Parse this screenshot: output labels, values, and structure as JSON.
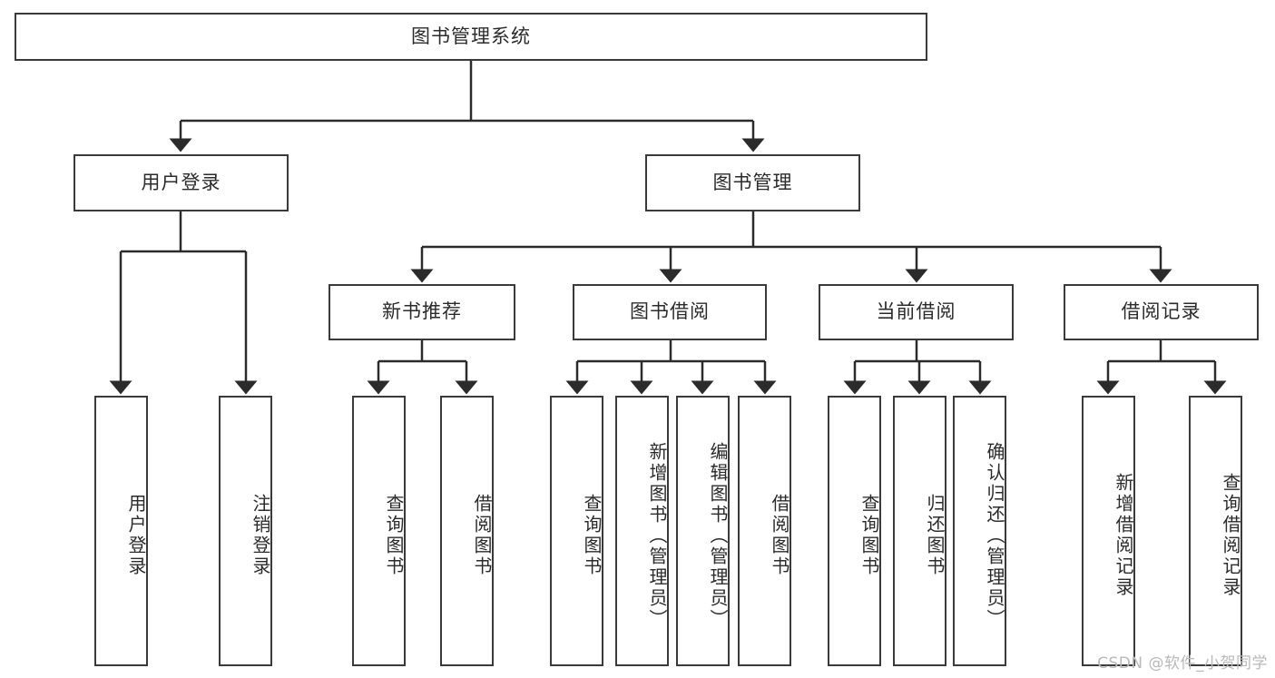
{
  "diagram": {
    "title": "图书管理系统",
    "type": "hierarchy-tree",
    "colors": {
      "box_border": "#3a3a3a",
      "box_fill": "#ffffff",
      "connector": "#2b2b2b",
      "watermark": "#b9b9b9",
      "background": "#ffffff"
    },
    "root": {
      "label": "图书管理系统"
    },
    "level2": [
      {
        "label": "用户登录"
      },
      {
        "label": "图书管理"
      }
    ],
    "level3": [
      {
        "label": "新书推荐"
      },
      {
        "label": "图书借阅"
      },
      {
        "label": "当前借阅"
      },
      {
        "label": "借阅记录"
      }
    ],
    "leaves": {
      "user_login": [
        {
          "label": "用户登录"
        },
        {
          "label": "注销登录"
        }
      ],
      "new_book_recommend": [
        {
          "label": "查询图书"
        },
        {
          "label": "借阅图书"
        }
      ],
      "book_borrow": [
        {
          "label": "查询图书"
        },
        {
          "label": "新增图书（管理员）"
        },
        {
          "label": "编辑图书（管理员）"
        },
        {
          "label": "借阅图书"
        }
      ],
      "current_borrow": [
        {
          "label": "查询图书"
        },
        {
          "label": "归还图书"
        },
        {
          "label": "确认归还（管理员）"
        }
      ],
      "borrow_record": [
        {
          "label": "新增借阅记录"
        },
        {
          "label": "查询借阅记录"
        }
      ]
    },
    "watermark": "CSDN @软件_小贺同学"
  }
}
